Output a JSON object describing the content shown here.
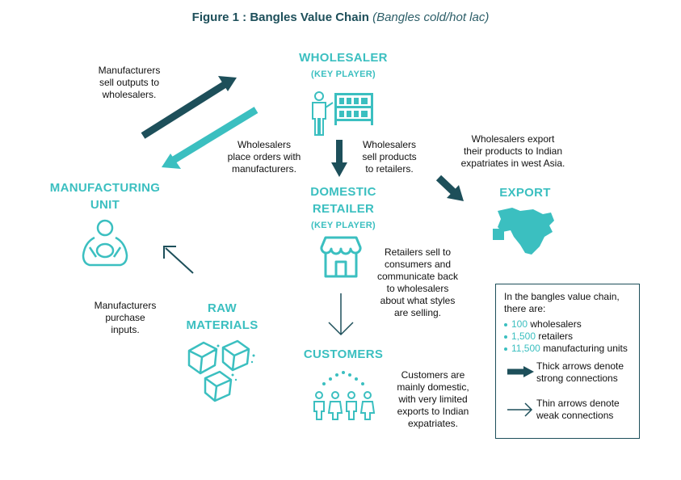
{
  "figure": {
    "title": "Figure 1 : Bangles Value Chain",
    "subtitle": "(Bangles cold/hot lac)"
  },
  "nodes": {
    "wholesaler": {
      "title": "WHOLESALER",
      "tag": "(KEY PLAYER)",
      "icon": "wholesaler-icon"
    },
    "domestic_retailer": {
      "title_line1": "DOMESTIC",
      "title_line2": "RETAILER",
      "tag": "(KEY PLAYER)",
      "icon": "shop-icon"
    },
    "manufacturing_unit": {
      "title_line1": "MANUFACTURING",
      "title_line2": "UNIT",
      "icon": "artisan-icon"
    },
    "export": {
      "title": "EXPORT",
      "icon": "map-icon"
    },
    "raw_materials": {
      "title_line1": "RAW",
      "title_line2": "MATERIALS",
      "icon": "lac-cubes-icon"
    },
    "customers": {
      "title": "CUSTOMERS",
      "icon": "people-icon"
    }
  },
  "notes": {
    "mfr_to_wholesaler": [
      "Manufacturers",
      "sell outputs to",
      "wholesalers."
    ],
    "wholesaler_to_mfr": [
      "Wholesalers",
      "place orders with",
      "manufacturers."
    ],
    "wholesaler_to_retailer": [
      "Wholesalers",
      "sell products",
      "to retailers."
    ],
    "wholesaler_export": [
      "Wholesalers export",
      "their products to Indian",
      "expatriates in west Asia."
    ],
    "retailer_customers": [
      "Retailers sell to",
      "consumers and",
      "communicate back",
      "to wholesalers",
      "about what styles",
      "are selling."
    ],
    "mfr_inputs": [
      "Manufacturers",
      "purchase",
      "inputs."
    ],
    "customers_note": [
      "Customers are",
      "mainly domestic,",
      "with very limited",
      "exports to Indian",
      "expatriates."
    ]
  },
  "legend": {
    "intro": [
      "In the bangles value chain,",
      "there are:"
    ],
    "items": [
      {
        "num": "100",
        "text": " wholesalers"
      },
      {
        "num": "1,500",
        "text": " retailers"
      },
      {
        "num": "11,500",
        "text": " manufacturing units"
      }
    ],
    "thick": [
      "Thick arrows denote",
      "strong connections"
    ],
    "thin": [
      "Thin arrows denote",
      "weak connections"
    ]
  },
  "colors": {
    "teal": "#3bbfc0",
    "dark": "#1d4f5a",
    "border": "#1d4f5a"
  }
}
